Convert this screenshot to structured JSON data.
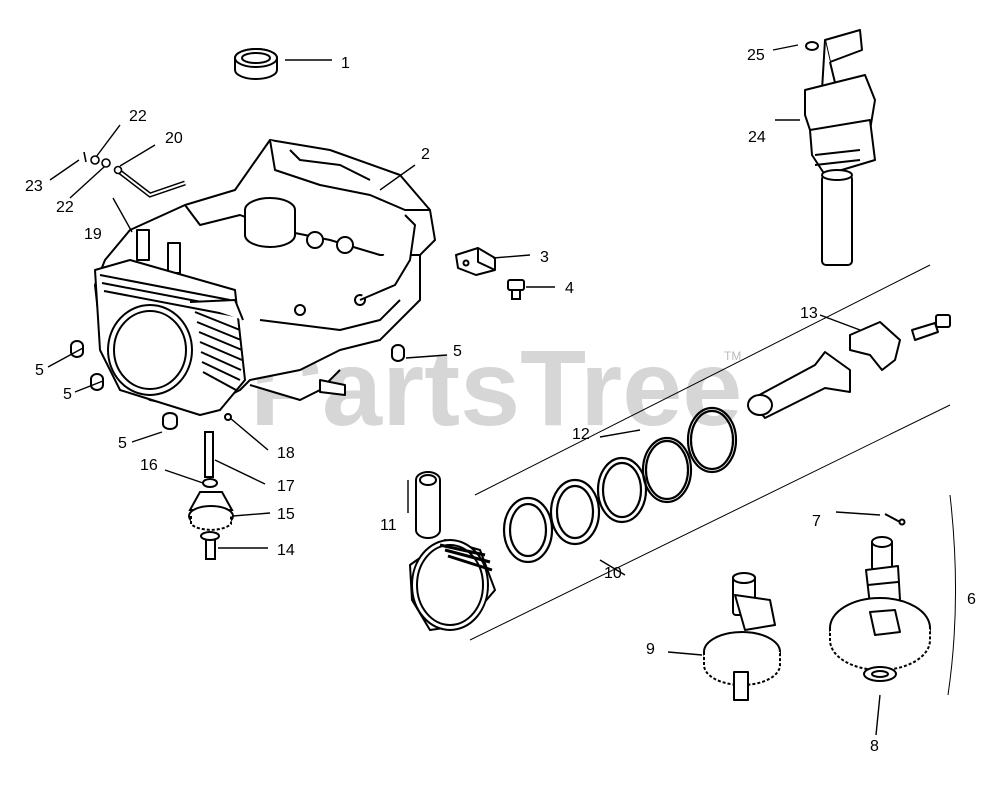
{
  "watermark": {
    "text": "PartsTree",
    "trademark": "TM",
    "color": "#c8c8c8"
  },
  "callouts": {
    "c1": "1",
    "c2": "2",
    "c3": "3",
    "c4": "4",
    "c5a": "5",
    "c5b": "5",
    "c5c": "5",
    "c5d": "5",
    "c6": "6",
    "c7": "7",
    "c8": "8",
    "c9": "9",
    "c10": "10",
    "c11": "11",
    "c12": "12",
    "c13": "13",
    "c14": "14",
    "c15": "15",
    "c16": "16",
    "c17": "17",
    "c18": "18",
    "c19": "19",
    "c20": "20",
    "c22a": "22",
    "c22b": "22",
    "c23": "23",
    "c24": "24",
    "c25": "25"
  },
  "icons": {
    "crankcase": "crankcase-icon",
    "crankshaft": "crankshaft-icon",
    "piston": "piston-icon",
    "piston-ring": "piston-ring-icon",
    "connecting-rod": "connecting-rod-icon",
    "camshaft": "camshaft-icon",
    "gear": "gear-icon",
    "bolt": "bolt-icon"
  },
  "colors": {
    "line": "#000000",
    "background": "#ffffff"
  }
}
